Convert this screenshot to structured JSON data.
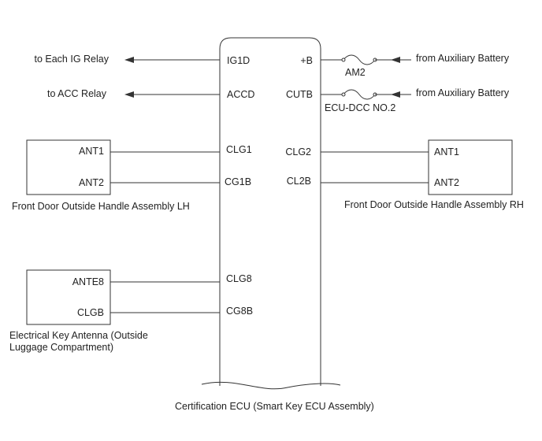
{
  "ecu": {
    "caption": "Certification ECU (Smart Key ECU Assembly)",
    "left_pins": [
      "IG1D",
      "ACCD",
      "CLG1",
      "CG1B",
      "CLG8",
      "CG8B"
    ],
    "right_pins": [
      "+B",
      "CUTB",
      "CLG2",
      "CL2B"
    ]
  },
  "outputs": [
    {
      "label": "to Each IG Relay"
    },
    {
      "label": "to ACC Relay"
    }
  ],
  "supplies": [
    {
      "label": "from Auxiliary Battery",
      "fuse": "AM2"
    },
    {
      "label": "from Auxiliary Battery",
      "fuse": "ECU-DCC NO.2"
    }
  ],
  "components": [
    {
      "name": "Front Door Outside Handle Assembly LH",
      "pins": [
        "ANT1",
        "ANT2"
      ]
    },
    {
      "name": "Front Door Outside Handle Assembly RH",
      "pins": [
        "ANT1",
        "ANT2"
      ]
    },
    {
      "name": "Electrical Key Antenna (Outside Luggage Compartment)",
      "pins": [
        "ANTE8",
        "CLGB"
      ]
    }
  ],
  "colors": {
    "line": "#333333"
  }
}
